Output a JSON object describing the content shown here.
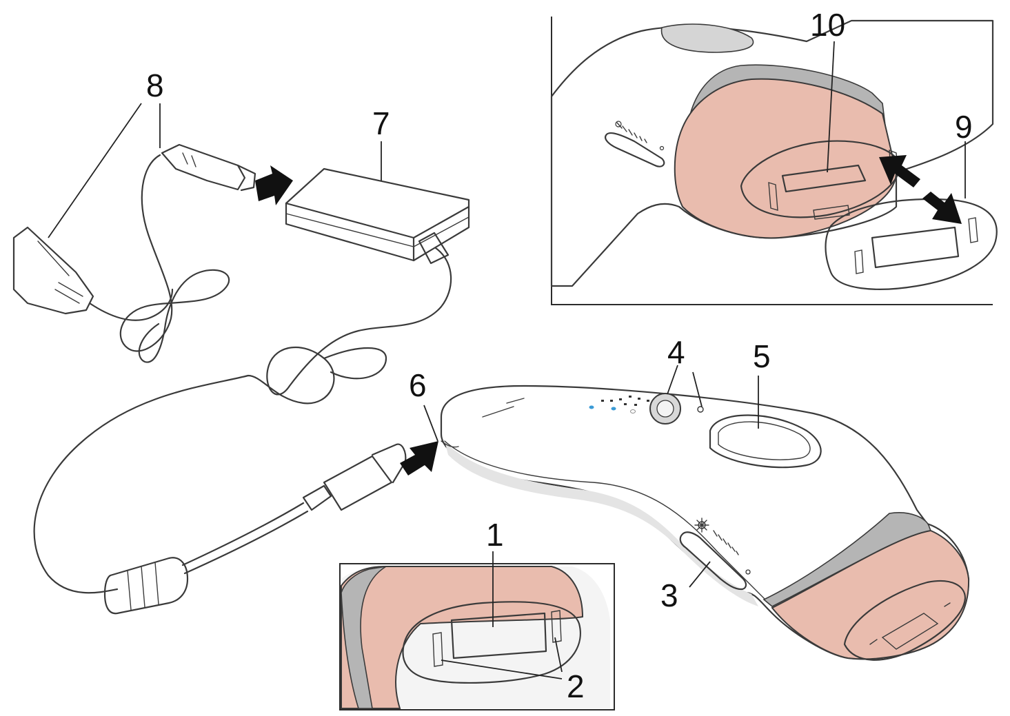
{
  "colors": {
    "body_white": "#f3f3f3",
    "body_shade": "#dcdcdc",
    "rim_gray": "#a9a9a9",
    "pink": "#e9bcae",
    "pink_dark": "#d9a392",
    "glass": "#cfcfcf",
    "led_blue": "#3b9bd6",
    "arrow": "#111111"
  },
  "icons": {
    "arrow": "push-arrow-icon",
    "sun": "intensity-sun-icon"
  },
  "callouts": [
    {
      "id": "1",
      "label": "1"
    },
    {
      "id": "2",
      "label": "2"
    },
    {
      "id": "3",
      "label": "3"
    },
    {
      "id": "4",
      "label": "4"
    },
    {
      "id": "5",
      "label": "5"
    },
    {
      "id": "6",
      "label": "6"
    },
    {
      "id": "7",
      "label": "7"
    },
    {
      "id": "8",
      "label": "8"
    },
    {
      "id": "9",
      "label": "9"
    },
    {
      "id": "10",
      "label": "10"
    }
  ]
}
